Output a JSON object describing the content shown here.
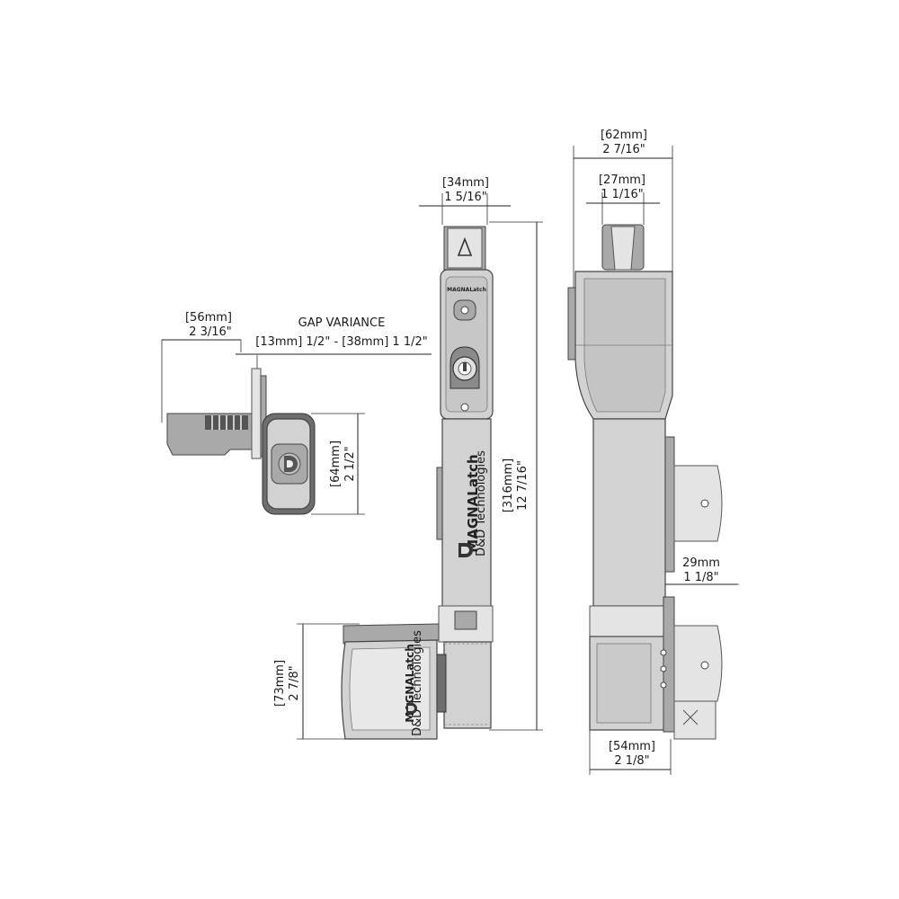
{
  "side_view": {
    "width_mm": "[56mm]",
    "width_in": "2 3/16\"",
    "gap_title": "GAP VARIANCE",
    "gap_range": "[13mm] 1/2\" - [38mm] 1 1/2\"",
    "height_mm": "[64mm]",
    "height_in": "2 1/2\""
  },
  "front_view": {
    "width_mm": "[34mm]",
    "width_in": "1 5/16\"",
    "length_mm": "[316mm]",
    "length_in": "12 7/16\"",
    "brand": "MAGNALatch",
    "brand_small": "MAGNALatch",
    "tagline": "D&D Technologies"
  },
  "magnet_view": {
    "height_mm": "[73mm]",
    "height_in": "2 7/8\"",
    "brand": "MAGNALatch",
    "tagline": "D&D Technologies"
  },
  "rear_view": {
    "overall_width_mm": "[62mm]",
    "overall_width_in": "2 7/16\"",
    "knob_width_mm": "[27mm]",
    "knob_width_in": "1 1/16\"",
    "bracket_mm": "29mm",
    "bracket_in": "1 1/8\"",
    "base_width_mm": "[54mm]",
    "base_width_in": "2 1/8\""
  },
  "icons": [
    "d-logo-icon",
    "lock-cylinder-icon",
    "triangle-release-icon"
  ]
}
